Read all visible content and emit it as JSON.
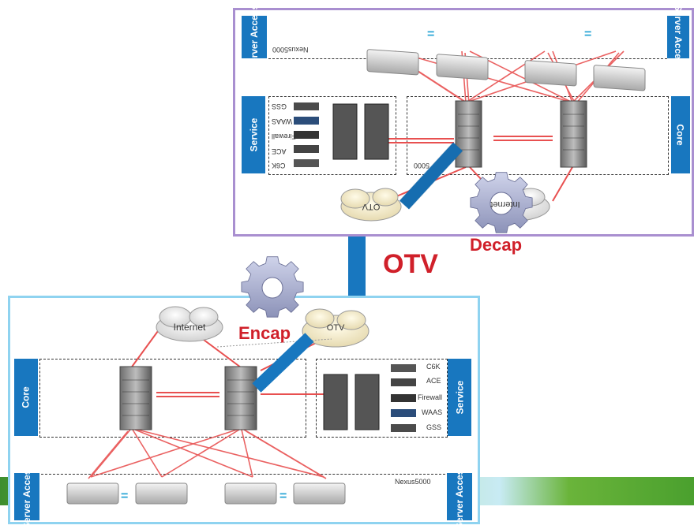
{
  "colors": {
    "link_blue": "#1877bf",
    "red_link": "#e03030",
    "label_red": "#d0202a",
    "green_bar": "#6ab43a"
  },
  "top_dc": {
    "server_access_left": "Server Access",
    "server_access_right": "Server Access",
    "nexus_label": "Nexus5000",
    "service_label": "Service",
    "core_label": "Core",
    "service_items": [
      "GSS",
      "WAAS",
      "Firewall",
      "ACE",
      "C6K"
    ],
    "otv_cloud": "OTV",
    "internet_cloud": "Internet",
    "partial_label": "5000"
  },
  "bottom_dc": {
    "core_label": "Core",
    "service_label": "Service",
    "server_access_left": "Server Access",
    "server_access_right": "Server Access",
    "nexus_label": "Nexus5000",
    "internet_cloud": "Internet",
    "otv_cloud": "OTV",
    "service_items": [
      "C6K",
      "ACE",
      "Firewall",
      "WAAS",
      "GSS"
    ]
  },
  "labels": {
    "otv": "OTV",
    "encap": "Encap",
    "decap": "Decap"
  },
  "icons": [
    "gear-icon",
    "cloud-icon",
    "switch-icon",
    "chassis-icon",
    "server-icon"
  ]
}
